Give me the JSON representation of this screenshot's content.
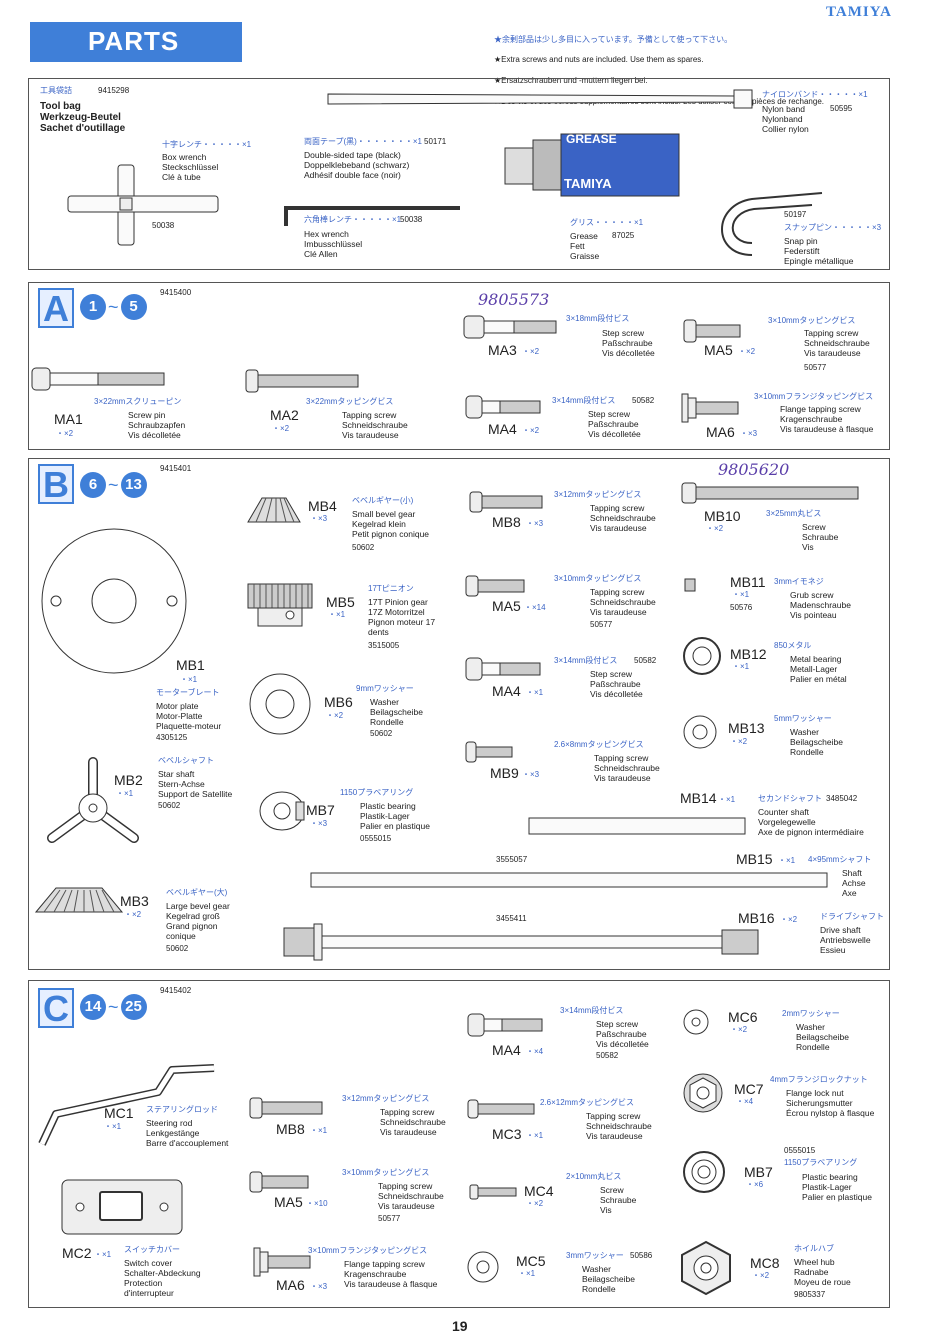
{
  "header": {
    "banner": "PARTS",
    "brand": "TAMIYA",
    "notes": [
      "★余剰部品は少し多目に入っています。予備として使って下さい。",
      "★Extra screws and nuts are included. Use them as spares.",
      "★Ersatzschrauben und -muttern liegen bei.",
      "★Des vis et des écrous supplémentaires sont inclus. Les utiliser comme pièces de rechange."
    ]
  },
  "toolbag": {
    "jp": "工具袋詰",
    "code": "9415298",
    "title": "Tool bag\nWerkzeug-Beutel\nSachet d'outillage",
    "boxwrench": {
      "jp": "十字レンチ・・・・・×1",
      "text": "Box wrench\nSteckschlüssel\nClé à tube",
      "num": "50038"
    },
    "tape": {
      "jp": "両面テープ(黒)・・・・・・・×1",
      "num": "50171",
      "text": "Double-sided tape (black)\nDoppelklebeband (schwarz)\nAdhésif double face (noir)"
    },
    "hex": {
      "jp": "六角棒レンチ・・・・・×1",
      "num": "50038",
      "text": "Hex wrench\nImbusschlüssel\nClé Allen"
    },
    "grease": {
      "jp": "グリス・・・・・×1",
      "text": "Grease\nFett\nGraisse",
      "num": "87025",
      "label": "GREASE",
      "brand": "TAMIYA"
    },
    "nylon": {
      "jp": "ナイロンバンド・・・・・×1",
      "text": "Nylon band\nNylonband\nCollier nylon",
      "num": "50595"
    },
    "snap": {
      "num": "50197",
      "jp": "スナップピン・・・・・×3",
      "text": "Snap pin\nFederstift\nEpingle métallique"
    }
  },
  "secA": {
    "letter": "A",
    "from": "1",
    "to": "5",
    "code": "9415400",
    "hand": "9805573",
    "MA1": {
      "code": "MA1",
      "qty": "・×2",
      "jp": "3×22mmスクリューピン",
      "text": "Screw pin\nSchraubzapfen\nVis décolletée"
    },
    "MA2": {
      "code": "MA2",
      "qty": "・×2",
      "jp": "3×22mmタッピングビス",
      "text": "Tapping screw\nSchneidschraube\nVis taraudeuse"
    },
    "MA3": {
      "code": "MA3",
      "qty": "・×2",
      "jp": "3×18mm段付ビス",
      "text": "Step screw\nPaßschraube\nVis décolletée"
    },
    "MA4": {
      "code": "MA4",
      "qty": "・×2",
      "jp": "3×14mm段付ビス",
      "num": "50582",
      "text": "Step screw\nPaßschraube\nVis décolletée"
    },
    "MA5": {
      "code": "MA5",
      "qty": "・×2",
      "jp": "3×10mmタッピングビス",
      "text": "Tapping screw\nSchneidschraube\nVis taraudeuse",
      "num": "50577"
    },
    "MA6": {
      "code": "MA6",
      "qty": "・×3",
      "jp": "3×10mmフランジタッピングビス",
      "text": "Flange tapping screw\nKragenschraube\nVis taraudeuse à flasque"
    }
  },
  "secB": {
    "letter": "B",
    "from": "6",
    "to": "13",
    "code": "9415401",
    "hand": "9805620",
    "MB1": {
      "code": "MB1",
      "qty": "・×1",
      "jp": "モーターブレート",
      "text": "Motor plate\nMotor-Platte\nPlaquette-moteur",
      "num": "4305125"
    },
    "MB2": {
      "code": "MB2",
      "qty": "・×1",
      "jp": "ベベルシャフト",
      "text": "Star shaft\nStern-Achse\nSupport de Satellite",
      "num": "50602"
    },
    "MB3": {
      "code": "MB3",
      "qty": "・×2",
      "jp": "ベベルギヤー(大)",
      "text": "Large bevel gear\nKegelrad groß\nGrand pignon\nconique",
      "num": "50602"
    },
    "MB4": {
      "code": "MB4",
      "qty": "・×3",
      "jp": "ベベルギヤー(小)",
      "text": "Small bevel gear\nKegelrad klein\nPetit pignon conique",
      "num": "50602"
    },
    "MB5": {
      "code": "MB5",
      "qty": "・×1",
      "jp": "17Tピニオン",
      "text": "17T Pinion gear\n17Z Motorritzel\nPignon moteur 17\ndents",
      "num": "3515005"
    },
    "MB6": {
      "code": "MB6",
      "qty": "・×2",
      "jp": "9mmワッシャー",
      "text": "Washer\nBeilagscheibe\nRondelle",
      "num": "50602"
    },
    "MB7": {
      "code": "MB7",
      "qty": "・×3",
      "jp": "1150プラベアリング",
      "text": "Plastic bearing\nPlastik-Lager\nPalier en plastique",
      "num": "0555015"
    },
    "MB8": {
      "code": "MB8",
      "qty": "・×3",
      "jp": "3×12mmタッピングビス",
      "text": "Tapping screw\nSchneidschraube\nVis taraudeuse"
    },
    "MA5": {
      "code": "MA5",
      "qty": "・×14",
      "jp": "3×10mmタッピングビス",
      "text": "Tapping screw\nSchneidschraube\nVis taraudeuse",
      "num": "50577"
    },
    "MA4": {
      "code": "MA4",
      "qty": "・×1",
      "jp": "3×14mm段付ビス",
      "num": "50582",
      "text": "Step screw\nPaßschraube\nVis décolletée"
    },
    "MB9": {
      "code": "MB9",
      "qty": "・×3",
      "jp": "2.6×8mmタッピングビス",
      "text": "Tapping screw\nSchneidschraube\nVis taraudeuse"
    },
    "MB10": {
      "code": "MB10",
      "qty": "・×2",
      "jp": "3×25mm丸ビス",
      "text": "Screw\nSchraube\nVis"
    },
    "MB11": {
      "code": "MB11",
      "qty": "・×1",
      "jp": "3mmイモネジ",
      "text": "Grub screw\nMadenschraube\nVis pointeau",
      "num": "50576"
    },
    "MB12": {
      "code": "MB12",
      "qty": "・×1",
      "jp": "850メタル",
      "text": "Metal bearing\nMetall-Lager\nPalier en métal"
    },
    "MB13": {
      "code": "MB13",
      "qty": "・×2",
      "jp": "5mmワッシャー",
      "text": "Washer\nBeilagscheibe\nRondelle"
    },
    "MB14": {
      "code": "MB14",
      "qty": "・×1",
      "jp": "セカンドシャフト",
      "num": "3485042",
      "text": "Counter shaft\nVorgelegewelle\nAxe de pignon intermédiaire"
    },
    "MB15": {
      "code": "MB15",
      "qty": "・×1",
      "jp": "4×95mmシャフト",
      "text": "Shaft\nAchse\nAxe",
      "num": "3555057"
    },
    "MB16": {
      "code": "MB16",
      "qty": "・×2",
      "jp": "ドライブシャフト",
      "text": "Drive shaft\nAntriebswelle\nEssieu",
      "num": "3455411"
    }
  },
  "secC": {
    "letter": "C",
    "from": "14",
    "to": "25",
    "code": "9415402",
    "MC1": {
      "code": "MC1",
      "qty": "・×1",
      "jp": "ステアリングロッド",
      "text": "Steering rod\nLenkgestänge\nBarre d'accouplement"
    },
    "MC2": {
      "code": "MC2",
      "qty": "・×1",
      "jp": "スイッチカバー",
      "text": "Switch cover\nSchalter-Abdeckung\nProtection\nd'interrupteur"
    },
    "MA4": {
      "code": "MA4",
      "qty": "・×4",
      "jp": "3×14mm段付ビス",
      "text": "Step screw\nPaßschraube\nVis décolletée",
      "num": "50582"
    },
    "MB8": {
      "code": "MB8",
      "qty": "・×1",
      "jp": "3×12mmタッピングビス",
      "text": "Tapping screw\nSchneidschraube\nVis taraudeuse"
    },
    "MA5": {
      "code": "MA5",
      "qty": "・×10",
      "jp": "3×10mmタッピングビス",
      "text": "Tapping screw\nSchneidschraube\nVis taraudeuse",
      "num": "50577"
    },
    "MA6": {
      "code": "MA6",
      "qty": "・×3",
      "jp": "3×10mmフランジタッピングビス",
      "text": "Flange tapping screw\nKragenschraube\nVis taraudeuse à flasque"
    },
    "MC3": {
      "code": "MC3",
      "qty": "・×1",
      "jp": "2.6×12mmタッピングビス",
      "text": "Tapping screw\nSchneidschraube\nVis taraudeuse"
    },
    "MC4": {
      "code": "MC4",
      "qty": "・×2",
      "jp": "2×10mm丸ビス",
      "text": "Screw\nSchraube\nVis"
    },
    "MC5": {
      "code": "MC5",
      "qty": "・×1",
      "jp": "3mmワッシャー",
      "num": "50586",
      "text": "Washer\nBeilagscheibe\nRondelle"
    },
    "MC6": {
      "code": "MC6",
      "qty": "・×2",
      "jp": "2mmワッシャー",
      "text": "Washer\nBeilagscheibe\nRondelle"
    },
    "MC7": {
      "code": "MC7",
      "qty": "・×4",
      "jp": "4mmフランジロックナット",
      "text": "Flange lock nut\nSicherungsmutter\nÉcrou nylstop à flasque"
    },
    "MB7": {
      "code": "MB7",
      "qty": "・×6",
      "num": "0555015",
      "jp": "1150プラベアリング",
      "text": "Plastic bearing\nPlastik-Lager\nPalier en plastique"
    },
    "MC8": {
      "code": "MC8",
      "qty": "・×2",
      "jp": "ホイルハブ",
      "text": "Wheel hub\nRadnabe\nMoyeu de roue",
      "num": "9805337"
    }
  },
  "page": {
    "number": "19"
  }
}
